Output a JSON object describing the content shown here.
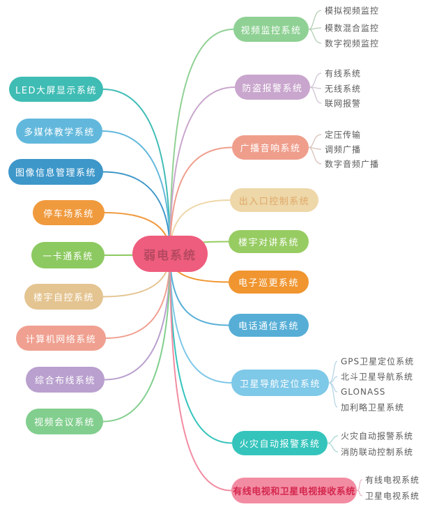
{
  "background_color": "#ffffff",
  "leaf_text_color": "#5a5a5a",
  "center": {
    "label": "弱电系统",
    "bg": "#ee5d7d",
    "text_color": "#b4485f"
  },
  "left_branches": [
    {
      "label": "LED大屏显示系统",
      "bg": "#3fbcb4",
      "text_color": "#ffffff"
    },
    {
      "label": "多媒体教学系统",
      "bg": "#62b8dc",
      "text_color": "#ffffff"
    },
    {
      "label": "图像信息管理系统",
      "bg": "#3e97c9",
      "text_color": "#ffffff"
    },
    {
      "label": "停车场系统",
      "bg": "#f09a3e",
      "text_color": "#ffffff"
    },
    {
      "label": "一卡通系统",
      "bg": "#8cc960",
      "text_color": "#ffffff"
    },
    {
      "label": "楼宇自控系统",
      "bg": "#e4c491",
      "text_color": "#ffffff"
    },
    {
      "label": "计算机网络系统",
      "bg": "#f0a090",
      "text_color": "#ffffff"
    },
    {
      "label": "综合布线系统",
      "bg": "#b9a0ce",
      "text_color": "#ffffff"
    },
    {
      "label": "视频会议系统",
      "bg": "#82ce8e",
      "text_color": "#ffffff"
    }
  ],
  "right_branches": [
    {
      "label": "视频监控系统",
      "bg": "#8fd194",
      "text_color": "#ffffff",
      "leaf_line_color": "#b3cdb3",
      "children": [
        "模拟视频监控",
        "模数混合监控",
        "数字视频监控"
      ]
    },
    {
      "label": "防盗报警系统",
      "bg": "#c9a6cd",
      "text_color": "#ffffff",
      "leaf_line_color": "#cfc3d3",
      "children": [
        "有线系统",
        "无线系统",
        "联网报警"
      ]
    },
    {
      "label": "广播音响系统",
      "bg": "#ef9e8c",
      "text_color": "#ffffff",
      "leaf_line_color": "#d8c0b8",
      "children": [
        "定压传输",
        "调频广播",
        "数字音频广播"
      ]
    },
    {
      "label": "出入口控制系统",
      "bg": "#eed7a8",
      "text_color": "#dfa969",
      "children": []
    },
    {
      "label": "楼宇对讲系统",
      "bg": "#97cc62",
      "text_color": "#ffffff",
      "children": []
    },
    {
      "label": "电子巡更系统",
      "bg": "#f0952f",
      "text_color": "#ffffff",
      "children": []
    },
    {
      "label": "电话通信系统",
      "bg": "#56aed6",
      "text_color": "#ffffff",
      "children": []
    },
    {
      "label": "卫星导航定位系统",
      "bg": "#7ec8e8",
      "text_color": "#ffffff",
      "leaf_line_color": "#b7d6e6",
      "children": [
        "GPS卫星定位系统",
        "北斗卫星导航系统",
        "GLONASS",
        "加利略卫星系统"
      ]
    },
    {
      "label": "火灾自动报警系统",
      "bg": "#35c4bc",
      "text_color": "#ffffff",
      "leaf_line_color": "#a8d8d4",
      "children": [
        "火灾自动报警系统",
        "消防联动控制系统"
      ]
    },
    {
      "label": "有线电视和卫星电视接收系统",
      "bg": "#f28ca2",
      "text_color": "#d4274e",
      "leaf_line_color": "#e7b8c4",
      "children": [
        "有线电视系统",
        "卫星电视系统"
      ]
    }
  ]
}
